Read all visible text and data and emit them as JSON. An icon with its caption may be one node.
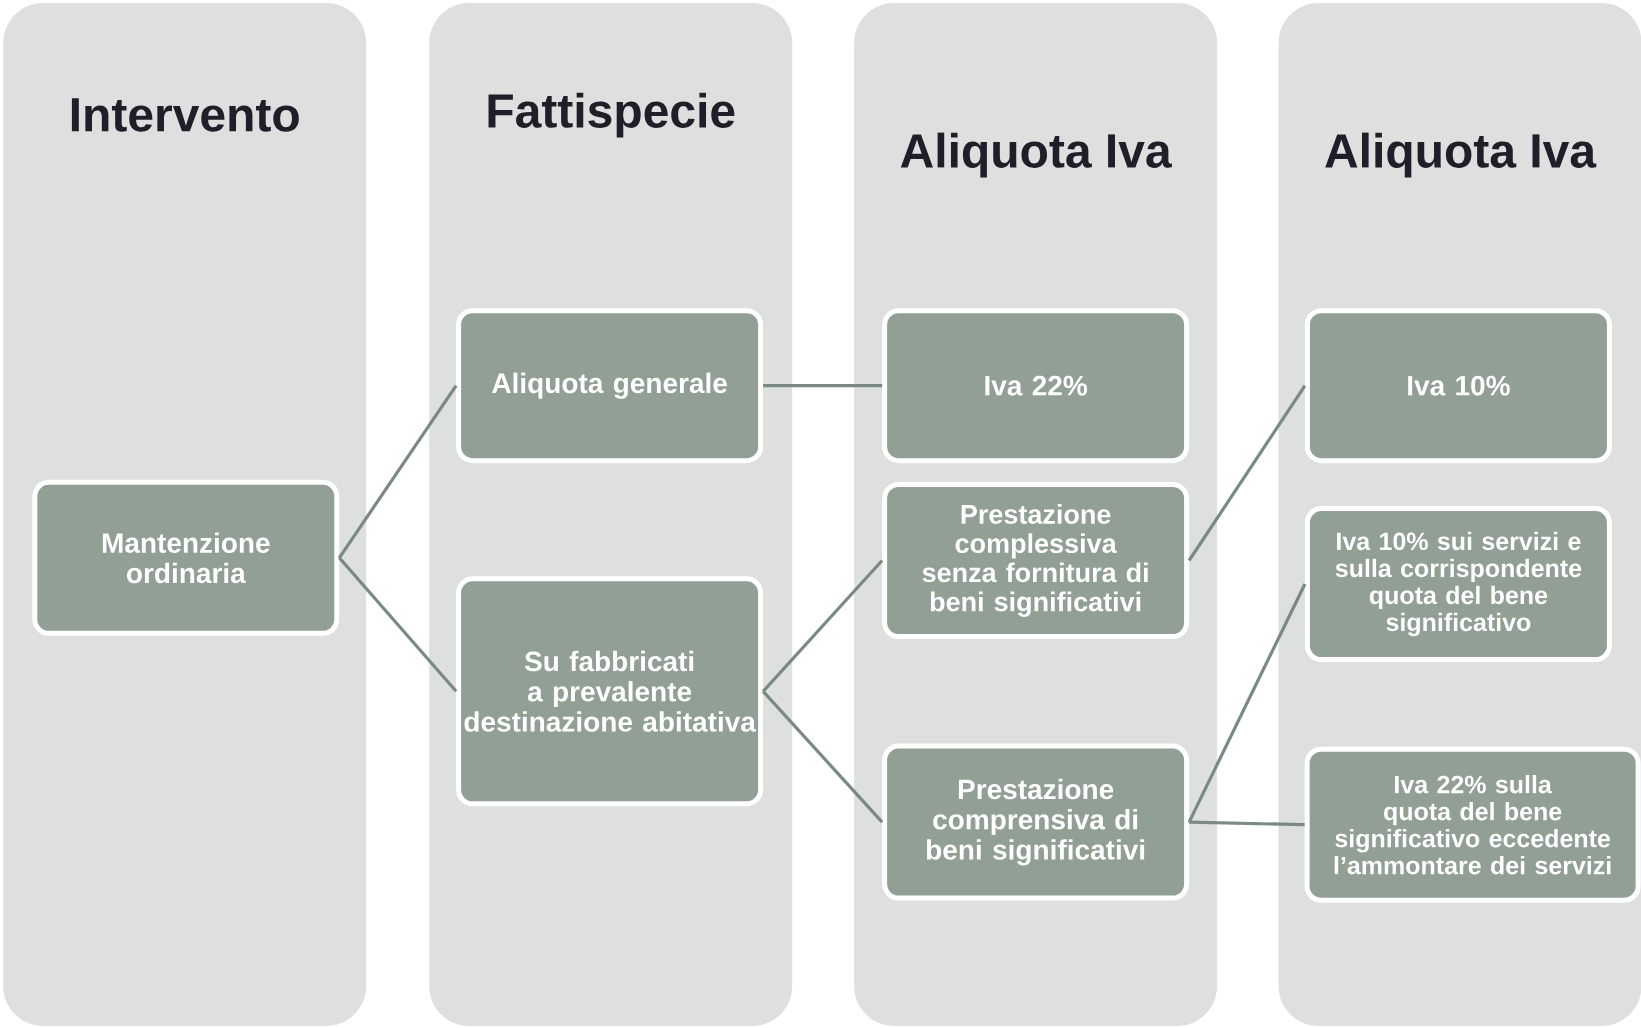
{
  "diagram": {
    "nodes": [
      {
        "text": [
          "Intervento"
        ]
      },
      {
        "text": [
          "Fattispecie"
        ]
      },
      {
        "text": [
          "Aliquota Iva"
        ]
      },
      {
        "text": [
          "Aliquota Iva"
        ]
      },
      {
        "text": [
          "Mantenzione ordinaria"
        ],
        "in": 0
      },
      {
        "text": [
          "Aliquota generale"
        ],
        "in": 1
      },
      {
        "text": [
          "Su fabbricati a prevalente destinazione abitativa"
        ],
        "in": 1
      },
      {
        "text": [
          "Iva 22%"
        ],
        "in": 2
      },
      {
        "text": [
          "Prestazione complessiva senza fornitura di beni significativi"
        ],
        "in": 2
      },
      {
        "text": [
          "Prestazione comprensiva di beni significativi"
        ],
        "in": 2
      },
      {
        "text": [
          "Iva 10%"
        ],
        "in": 3
      },
      {
        "text": [
          "Iva 10% sui servizi e sulla corrispondente quota del bene significativo"
        ],
        "in": 3
      },
      {
        "text": [
          "Iva 22% sulla quota del bene significativo eccedente l’ammontare dei servizi"
        ],
        "in": 3
      }
    ],
    "edges": [
      {
        "from": 4,
        "to": 5,
        "arrow": "none"
      },
      {
        "from": 4,
        "to": 6,
        "arrow": "none"
      },
      {
        "from": 5,
        "to": 7,
        "arrow": "none"
      },
      {
        "from": 6,
        "to": 8,
        "arrow": "none"
      },
      {
        "from": 6,
        "to": 9,
        "arrow": "none"
      },
      {
        "from": 8,
        "to": 10,
        "arrow": "none"
      },
      {
        "from": 9,
        "to": 11,
        "arrow": "none"
      },
      {
        "from": 9,
        "to": 12,
        "arrow": "none"
      }
    ]
  }
}
